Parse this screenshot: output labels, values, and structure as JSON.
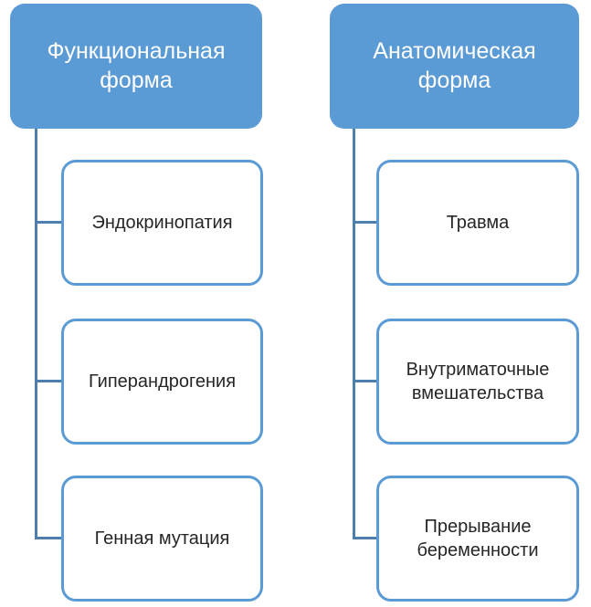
{
  "diagram": {
    "type": "hierarchy",
    "colors": {
      "parent_fill": "#5B9BD5",
      "child_border": "#5B9BD5",
      "connector": "#4D7EAE",
      "parent_text": "#FFFFFF",
      "child_text": "#262626",
      "background": "#FFFFFF"
    },
    "columns": [
      {
        "parent": "Функциональная форма",
        "children": [
          "Эндокринопатия",
          "Гиперандрогения",
          "Генная мутация"
        ]
      },
      {
        "parent": "Анатомическая форма",
        "children": [
          "Травма",
          "Внутриматочные вмешательства",
          "Прерывание беременности"
        ]
      }
    ]
  }
}
